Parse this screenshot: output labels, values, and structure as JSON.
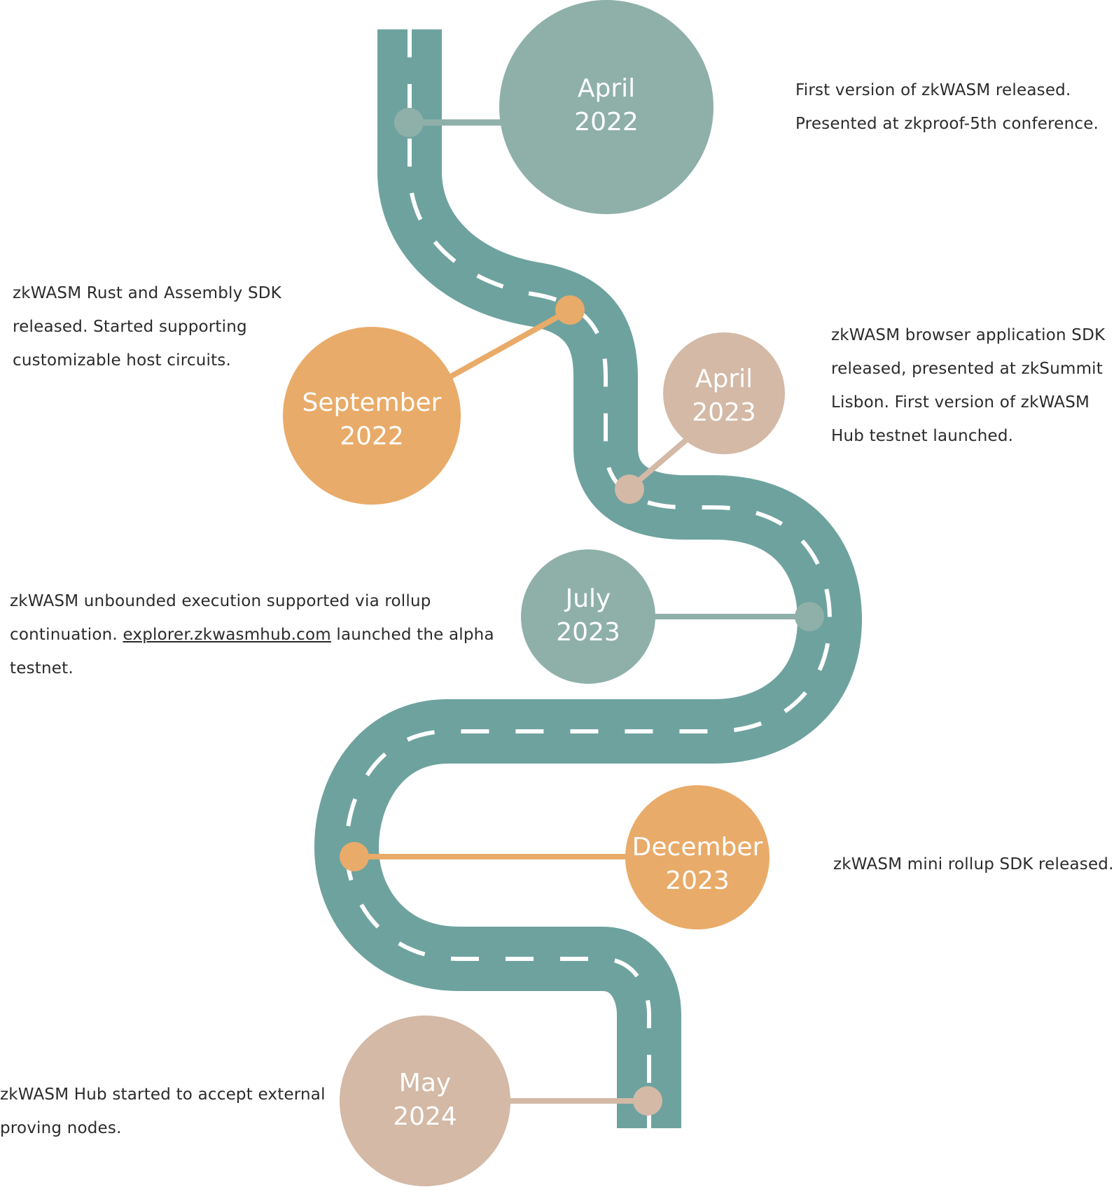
{
  "colors": {
    "road": "#6ea29f",
    "road_dash": "#ffffff",
    "teal_circle": "#8fb0a9",
    "orange_circle": "#e9ab69",
    "beige_circle": "#d3b9a6",
    "text": "#2b2b2b"
  },
  "milestones": [
    {
      "month": "April",
      "year": "2022",
      "color": "#8fb0a9",
      "description": [
        "First version of zkWASM released.",
        "Presented at zkproof-5th conference."
      ]
    },
    {
      "month": "September",
      "year": "2022",
      "color": "#e9ab69",
      "description": [
        "zkWASM Rust and Assembly SDK",
        "released. Started supporting",
        "customizable host circuits."
      ]
    },
    {
      "month": "April",
      "year": "2023",
      "color": "#d3b9a6",
      "description": [
        "zkWASM browser application SDK",
        "released,  presented at zkSummit",
        "Lisbon. First version of zkWASM",
        "Hub testnet launched."
      ]
    },
    {
      "month": "July",
      "year": "2023",
      "color": "#8fb0a9",
      "description_line1": "zkWASM unbounded execution supported via rollup",
      "description_line2_prefix": "continuation. ",
      "description_link": "explorer.zkwasmhub.com",
      "description_line2_suffix": " launched the alpha",
      "description_line3": "testnet."
    },
    {
      "month": "December",
      "year": "2023",
      "color": "#e9ab69",
      "description": [
        "zkWASM mini rollup SDK released."
      ]
    },
    {
      "month": "May",
      "year": "2024",
      "color": "#d3b9a6",
      "description": [
        "zkWASM Hub started to accept external",
        "proving nodes."
      ]
    }
  ]
}
